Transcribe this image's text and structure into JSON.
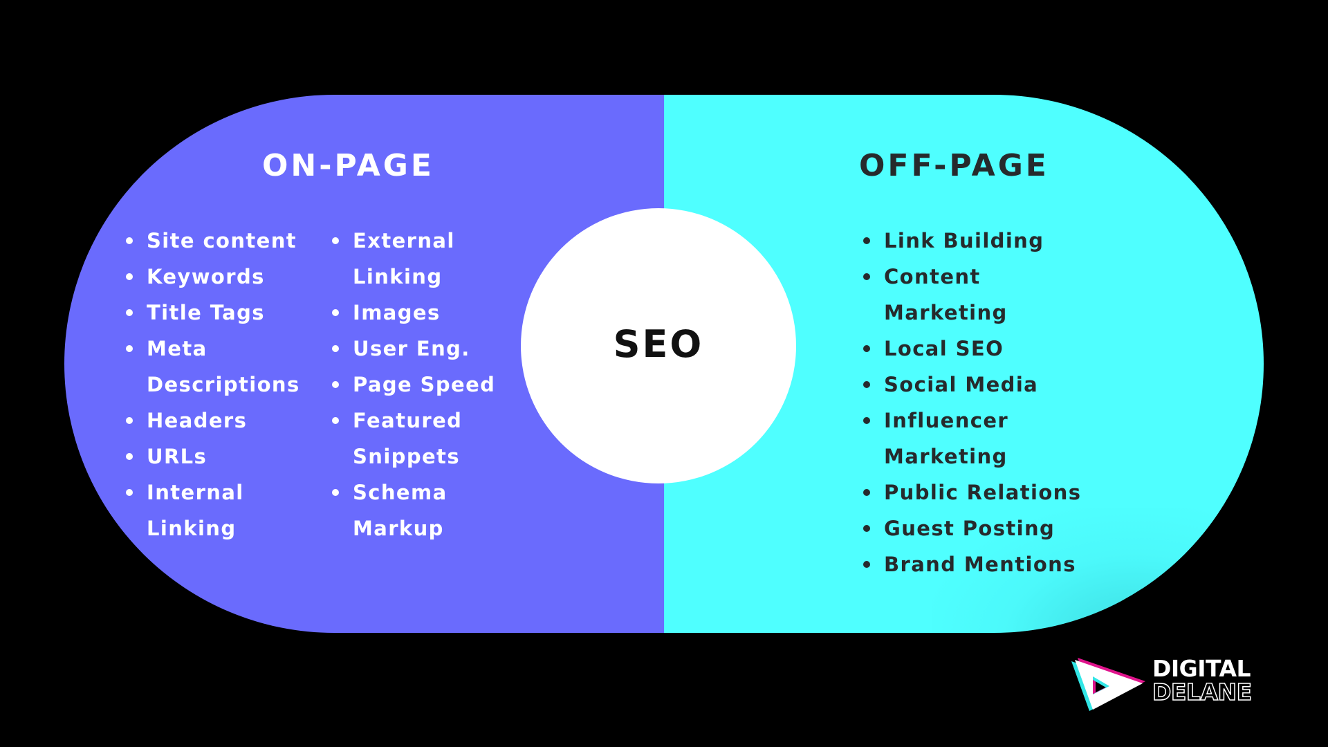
{
  "diagram": {
    "center_label": "SEO",
    "colors": {
      "background": "#000000",
      "on_page": "#6A6BFD",
      "off_page": "#4FFFFF",
      "center": "#FFFFFF",
      "on_page_text": "#FFFFFF",
      "off_page_text": "#262A2C"
    },
    "on_page": {
      "title": "ON-PAGE",
      "column_1": [
        [
          "Site content"
        ],
        [
          "Keywords"
        ],
        [
          "Title Tags"
        ],
        [
          "Meta",
          "Descriptions"
        ],
        [
          "Headers"
        ],
        [
          "URLs"
        ],
        [
          "Internal",
          "Linking"
        ]
      ],
      "column_2": [
        [
          "External",
          "Linking"
        ],
        [
          "Images"
        ],
        [
          "User Eng."
        ],
        [
          "Page Speed"
        ],
        [
          "Featured",
          "Snippets"
        ],
        [
          "Schema",
          "Markup"
        ]
      ]
    },
    "off_page": {
      "title": "OFF-PAGE",
      "items": [
        [
          "Link Building"
        ],
        [
          "Content",
          "Marketing"
        ],
        [
          "Local SEO"
        ],
        [
          "Social Media"
        ],
        [
          "Influencer",
          "Marketing"
        ],
        [
          "Public Relations"
        ],
        [
          "Guest Posting"
        ],
        [
          "Brand Mentions"
        ]
      ]
    }
  },
  "brand": {
    "line_1": "DIGITAL",
    "line_2": "DELANE",
    "icon": "play-triangle-d-logo-icon",
    "accent_cyan": "#32E6E6",
    "accent_magenta": "#E0148C"
  }
}
